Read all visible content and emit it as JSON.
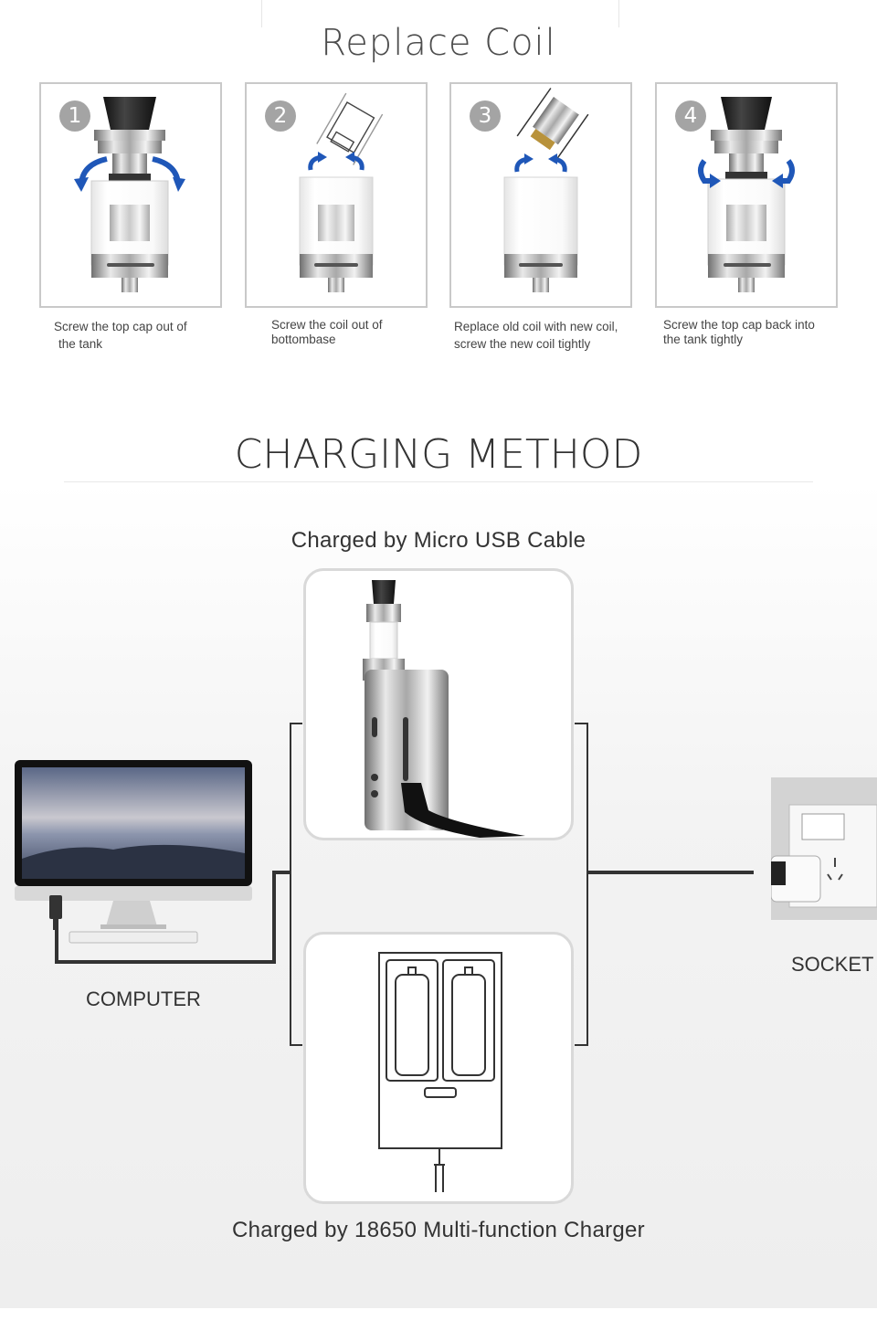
{
  "replace_coil": {
    "title": "Replace Coil",
    "steps": [
      {
        "number": "1",
        "text_line1": "Screw the top cap out of",
        "text_line2": "the tank",
        "icon": "tank-with-top-cap-icon"
      },
      {
        "number": "2",
        "text_line1": "Screw the coil out of",
        "text_line2": "bottombase",
        "icon": "coil-removal-icon"
      },
      {
        "number": "3",
        "text_line1": "Replace old coil with new coil,",
        "text_line2": "screw the new coil tightly",
        "icon": "coil-install-icon"
      },
      {
        "number": "4",
        "text_line1": "Screw the top cap back into",
        "text_line2": "the tank tightly",
        "icon": "tank-with-top-cap-icon"
      }
    ]
  },
  "charging_method": {
    "title": "CHARGING METHOD",
    "usb_caption": "Charged by Micro USB Cable",
    "charger_caption": "Charged by 18650 Multi-function Charger",
    "computer_label": "COMPUTER",
    "socket_label": "SOCKET"
  },
  "colors": {
    "arrow_blue": "#1f57b8",
    "frame_gray": "#c9c9c9",
    "badge_gray": "#a4a4a4",
    "cable_dark": "#333333"
  }
}
